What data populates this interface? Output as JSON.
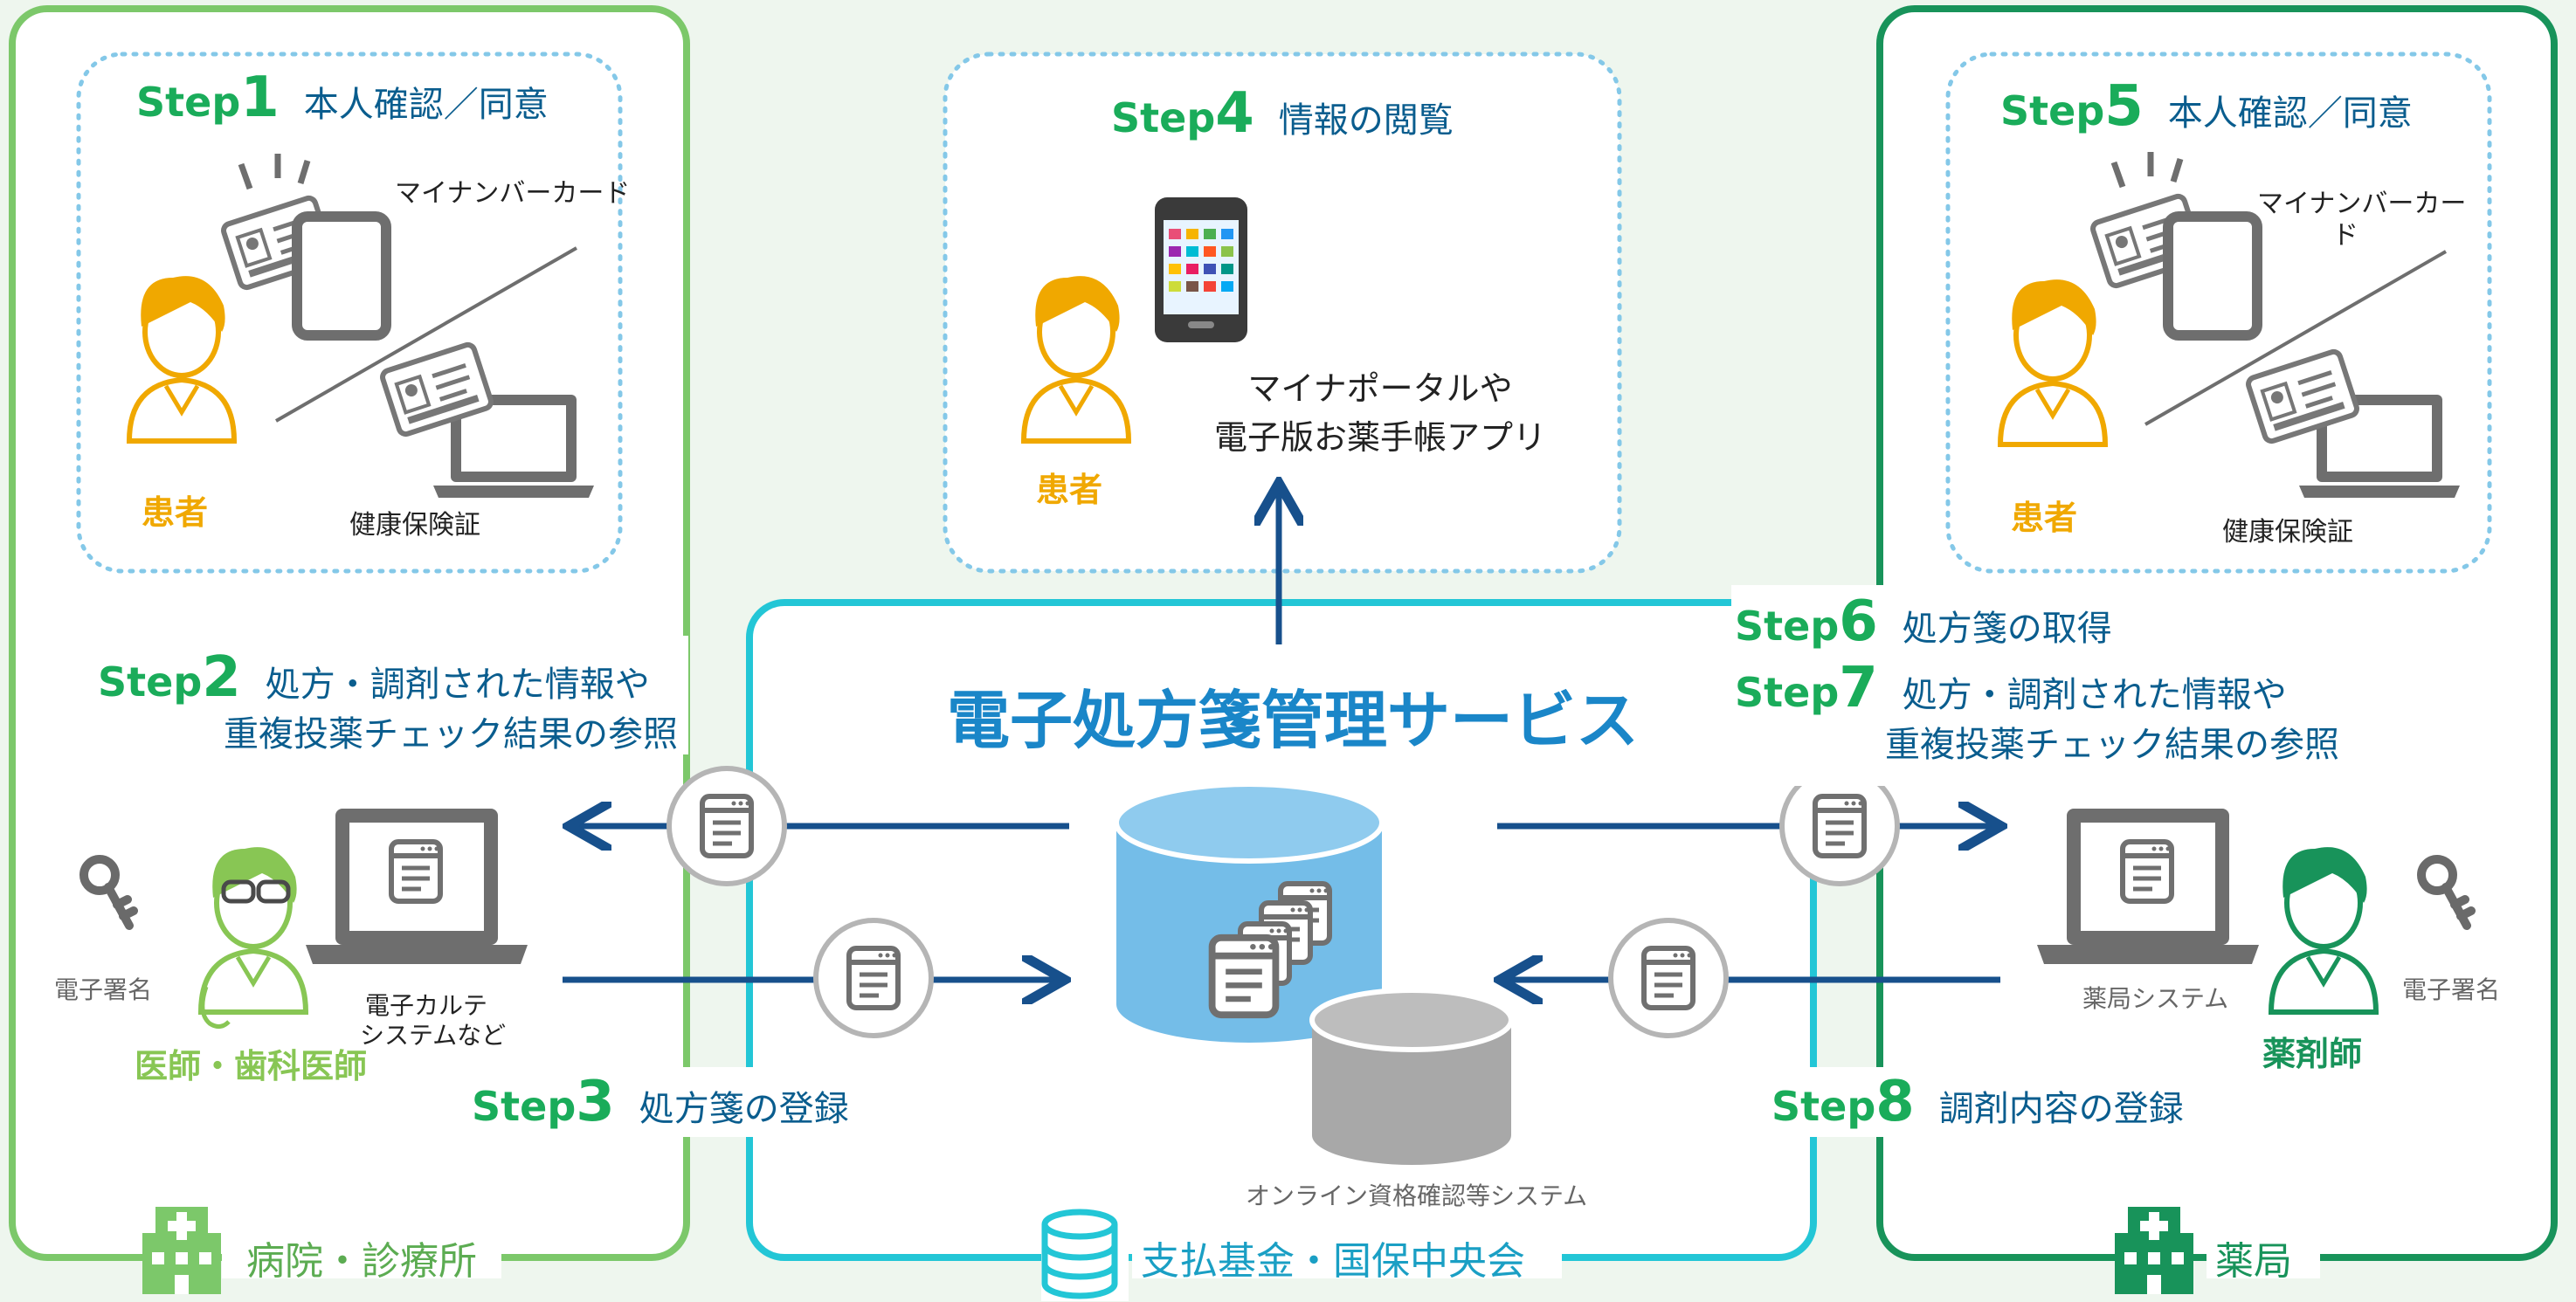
{
  "title": "電子処方箋管理サービス",
  "panels": {
    "hospital": "病院・診療所",
    "center": "支払基金・国保中央会",
    "pharmacy": "薬局"
  },
  "steps": [
    {
      "word": "Step",
      "num": "1",
      "text": "本人確認／同意"
    },
    {
      "word": "Step",
      "num": "2",
      "text": "処方・調剤された情報や",
      "text2": "重複投薬チェック結果の参照"
    },
    {
      "word": "Step",
      "num": "3",
      "text": "処方箋の登録"
    },
    {
      "word": "Step",
      "num": "4",
      "text": "情報の閲覧"
    },
    {
      "word": "Step",
      "num": "5",
      "text": "本人確認／同意"
    },
    {
      "word": "Step",
      "num": "6",
      "text": "処方箋の取得"
    },
    {
      "word": "Step",
      "num": "7",
      "text": "処方・調剤された情報や",
      "text2": "重複投薬チェック結果の参照"
    },
    {
      "word": "Step",
      "num": "8",
      "text": "調剤内容の登録"
    }
  ],
  "labels": {
    "mynumber_left": "マイナンバーカード",
    "mynumber_right_1": "マイナンバーカー",
    "mynumber_right_2": "ド",
    "insurance_left": "健康保険証",
    "insurance_right": "健康保険証",
    "patient_1": "患者",
    "patient_4": "患者",
    "patient_5": "患者",
    "portal_1": "マイナポータルや",
    "portal_2": "電子版お薬手帳アプリ",
    "esign_left": "電子署名",
    "esign_right": "電子署名",
    "karte_1": "電子カルテ",
    "karte_2": "システムなど",
    "doctor": "医師・歯科医師",
    "pharmacist": "薬剤師",
    "pharmacy_system": "薬局システム",
    "online_system": "オンライン資格確認等システム"
  },
  "colors": {
    "step_green": "#1aac5a",
    "step_text_blue": "#0a5d8e",
    "title_blue": "#1a86c8",
    "hospital_border": "#7cc86a",
    "center_border": "#23c6d6",
    "pharmacy_border": "#18935a",
    "patient_orange": "#f0a800",
    "arrow_navy": "#17508c",
    "db_blue": "#74bde8",
    "db_gray": "#a8a8a8"
  },
  "icons": [
    "card-icon",
    "laptop-icon",
    "phone-icon",
    "key-icon",
    "document-icon",
    "database-icon",
    "building-icon"
  ]
}
